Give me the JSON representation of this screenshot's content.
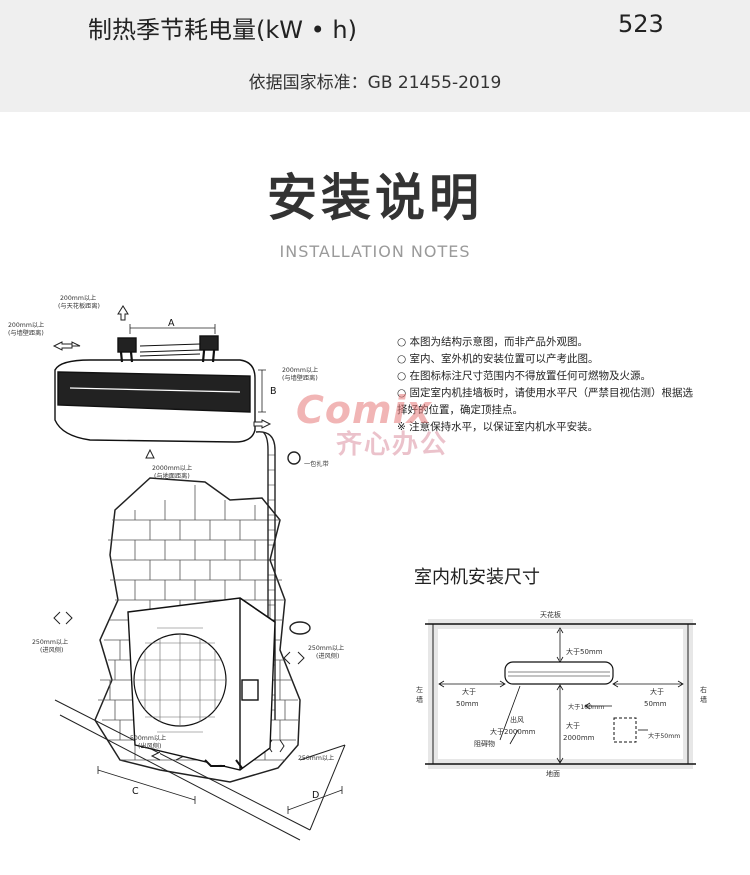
{
  "spec": {
    "label": "制热季节耗电量(kW • h)",
    "value": "523",
    "standard": "依据国家标准：GB 21455-2019"
  },
  "section": {
    "title": "安装说明",
    "subtitle": "INSTALLATION NOTES"
  },
  "notes": [
    "○ 本图为结构示意图，而非产品外观图。",
    "○ 室内、室外机的安装位置可以产考此图。",
    "○ 在图标标注尺寸范围内不得放置任何可燃物及火源。",
    "○ 固定室内机挂墙板时，请使用水平尺（严禁目视估测）根据选",
    "   择好的位置，确定顶挂点。",
    "※ 注意保持水平，以保证室内机水平安装。"
  ],
  "watermark": {
    "brand": "Comix",
    "cn": "齐心办公"
  },
  "install_diagram": {
    "label_a": "A",
    "label_b": "B",
    "label_c": "C",
    "label_d": "D",
    "top_clearance": "200mm以上",
    "top_clearance_note": "(与天花板距离)",
    "left_clearance": "200mm以上",
    "left_clearance_note": "(与墙壁距离)",
    "right_clearance": "200mm以上",
    "right_clearance_note": "(与墙壁距离)",
    "bottom_clearance": "2000mm以上",
    "bottom_clearance_note": "(与地面距离)",
    "pipe_note": "一包扎带",
    "out_left": "250mm以上",
    "out_left_note": "(进风侧)",
    "out_front": "500mm以上",
    "out_front_note": "(出风侧)",
    "out_right": "250mm以上",
    "out_right_note": "(进风侧)",
    "out_back": "250mm以上"
  },
  "indoor": {
    "title": "室内机安装尺寸",
    "ceiling": "天花板",
    "floor": "地面",
    "left_wall_1": "左",
    "left_wall_2": "墙",
    "right_wall_1": "右",
    "right_wall_2": "墙",
    "top_gap": "大于50mm",
    "left_gap_1": "大于",
    "left_gap_2": "50mm",
    "right_gap_1": "大于",
    "right_gap_2": "50mm",
    "outlet_1": "出风",
    "outlet_2": "大于2000mm",
    "outlet_3": "阻碍物",
    "floor_gap_1": "大于",
    "floor_gap_2": "2000mm",
    "pipe_gap_1": "大于100mm",
    "pipe_gap_2": "大于50mm"
  }
}
